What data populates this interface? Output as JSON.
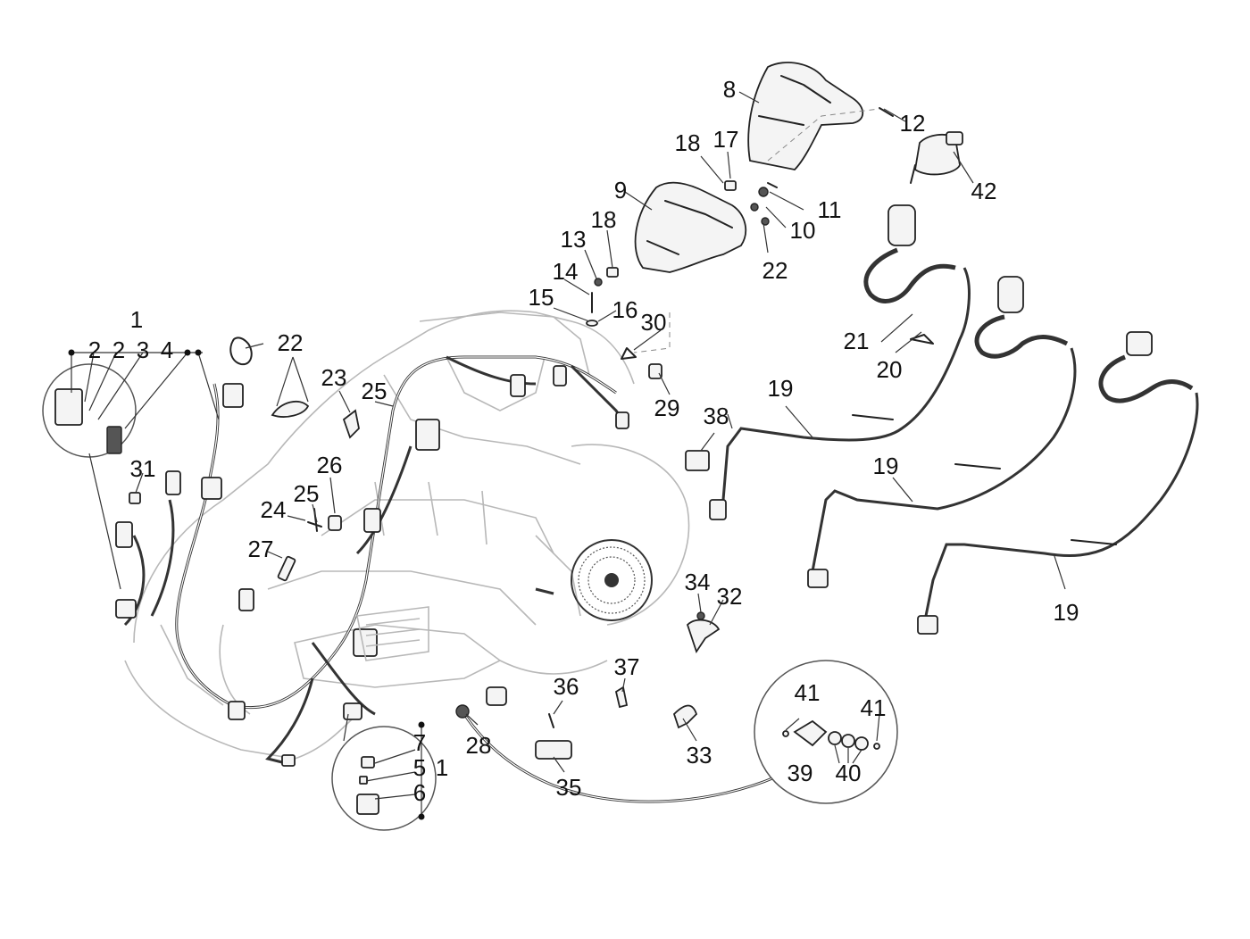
{
  "labels": {
    "l1": "1",
    "l2a": "2",
    "l2b": "2",
    "l3": "3",
    "l4": "4",
    "l5": "5",
    "l6": "6",
    "l7": "7",
    "l1b": "1",
    "l8": "8",
    "l9": "9",
    "l10": "10",
    "l11": "11",
    "l12": "12",
    "l13": "13",
    "l14": "14",
    "l15": "15",
    "l16": "16",
    "l17": "17",
    "l18a": "18",
    "l18b": "18",
    "l19a": "19",
    "l19b": "19",
    "l19c": "19",
    "l20": "20",
    "l21": "21",
    "l22a": "22",
    "l22b": "22",
    "l23": "23",
    "l24": "24",
    "l25a": "25",
    "l25b": "25",
    "l26": "26",
    "l27": "27",
    "l28": "28",
    "l29": "29",
    "l30": "30",
    "l31": "31",
    "l32": "32",
    "l33": "33",
    "l34": "34",
    "l35": "35",
    "l36": "36",
    "l37": "37",
    "l38": "38",
    "l39": "39",
    "l40": "40",
    "l41a": "41",
    "l41b": "41",
    "l42": "42"
  }
}
